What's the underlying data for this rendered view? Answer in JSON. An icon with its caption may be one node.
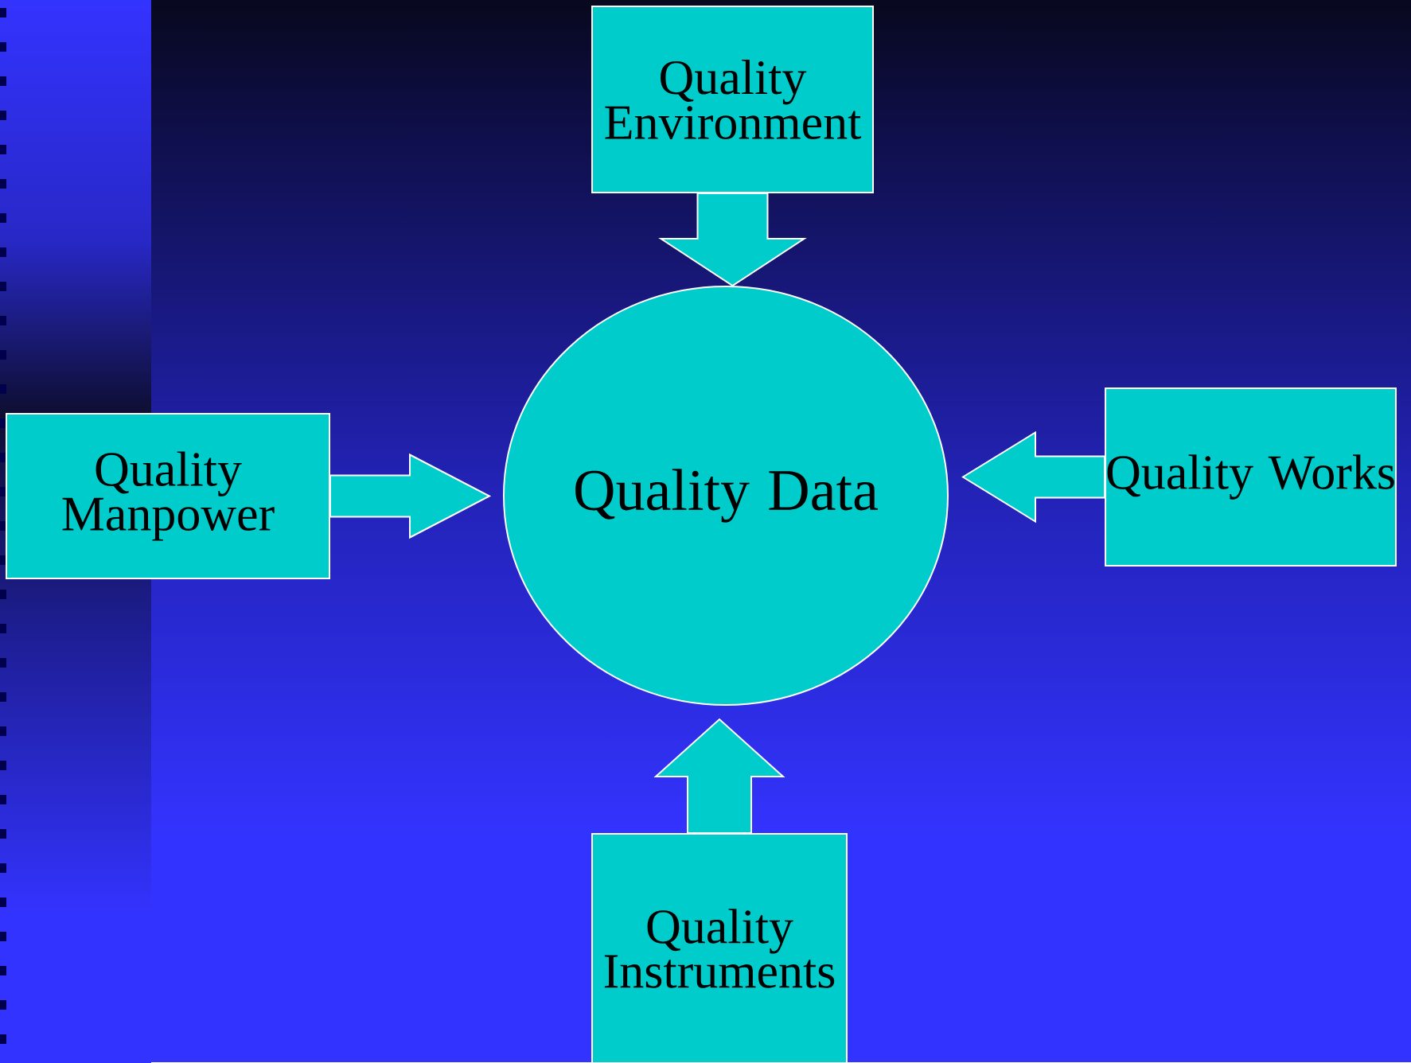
{
  "diagram": {
    "nodes": [
      {
        "text": [
          "Quality Environment"
        ]
      },
      {
        "text": [
          "Quality Manpower"
        ]
      },
      {
        "text": [
          "Quality Data"
        ]
      },
      {
        "text": [
          "Quality Works"
        ]
      },
      {
        "text": [
          "Quality Instruments"
        ]
      }
    ],
    "edges": [
      {
        "from": 0,
        "to": 2,
        "arrow": "to"
      },
      {
        "from": 1,
        "to": 2,
        "arrow": "to"
      },
      {
        "from": 3,
        "to": 2,
        "arrow": "to"
      },
      {
        "from": 4,
        "to": 2,
        "arrow": "to"
      }
    ]
  }
}
